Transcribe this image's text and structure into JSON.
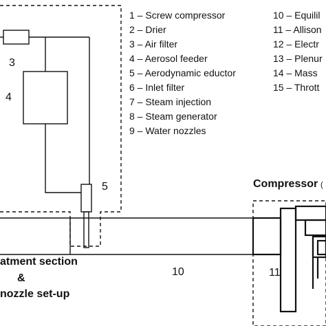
{
  "legend_left": [
    "1 – Screw compressor",
    "2 – Drier",
    "3 – Air filter",
    "4 – Aerosol feeder",
    "5 – Aerodynamic eductor",
    "6 – Inlet filter",
    "7 – Steam injection",
    "8 – Steam generator",
    "9 – Water nozzles"
  ],
  "legend_right": [
    "10 – Equilil",
    "11 – Allison",
    "12 – Electr",
    "13 – Plenur",
    "14 – Mass",
    "15 – Thrott"
  ],
  "component_numbers": {
    "n3": "3",
    "n4": "4",
    "n5": "5",
    "n10": "10",
    "n11": "11"
  },
  "section_labels": {
    "compressor": "Compressor",
    "compressor_suffix": "(",
    "treatment_line1": "atment section",
    "treatment_line2": "&",
    "treatment_line3": "nozzle set-up"
  }
}
